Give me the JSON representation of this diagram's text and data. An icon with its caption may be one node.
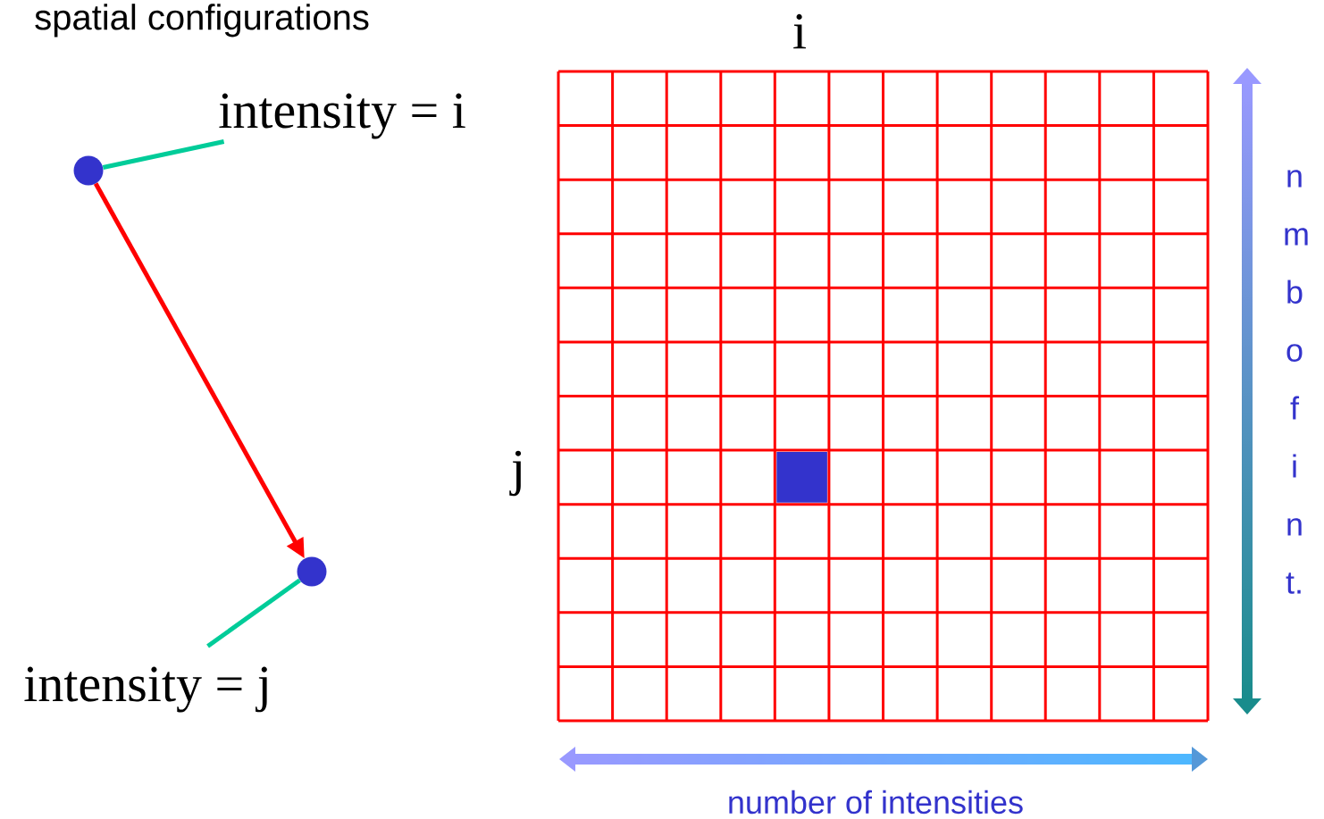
{
  "diagram": {
    "title": "spatial configurations",
    "nodes": [
      {
        "text": [
          "intensity = i"
        ]
      },
      {
        "text": [],
        "shape": "circle"
      },
      {
        "text": [],
        "shape": "circle"
      },
      {
        "text": [
          "intensity = j"
        ]
      }
    ],
    "edges": [
      {
        "from": 0,
        "to": 1,
        "arrow": "none"
      },
      {
        "from": 1,
        "to": 2,
        "arrow": "to",
        "color": "#ff0000"
      },
      {
        "from": 3,
        "to": 2,
        "arrow": "none"
      }
    ],
    "labels": [
      "i",
      "j",
      "n m b o f i n t.",
      "number of intensities"
    ]
  }
}
